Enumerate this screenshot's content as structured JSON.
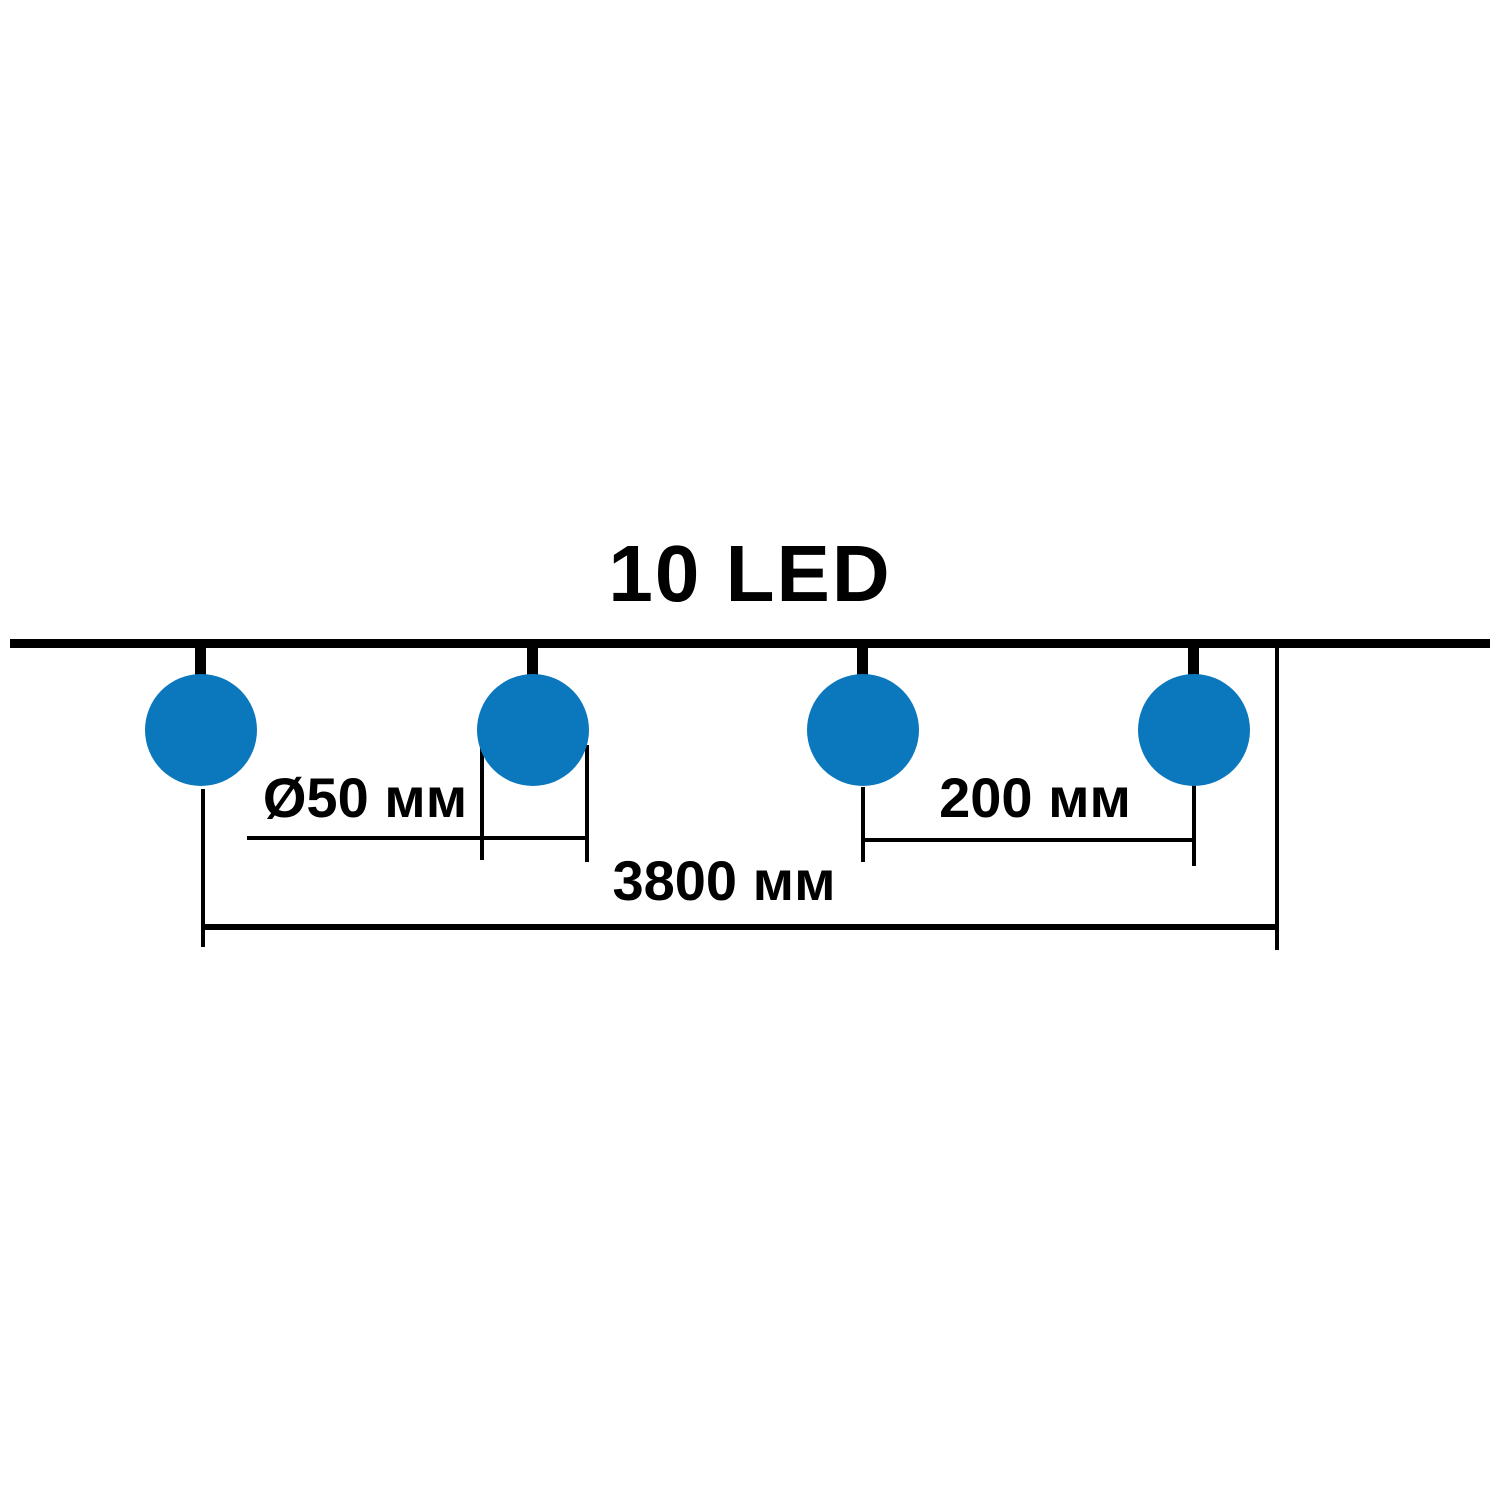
{
  "title": "10 LED",
  "colors": {
    "bulb": "#0b77bd",
    "line": "#000000",
    "background": "#ffffff"
  },
  "diagram": {
    "led_count": 10,
    "bulbs_shown": 4,
    "dimensions": {
      "bulb_diameter": "Ø50 мм",
      "bulb_spacing": "200 мм",
      "total_length": "3800 мм"
    }
  }
}
